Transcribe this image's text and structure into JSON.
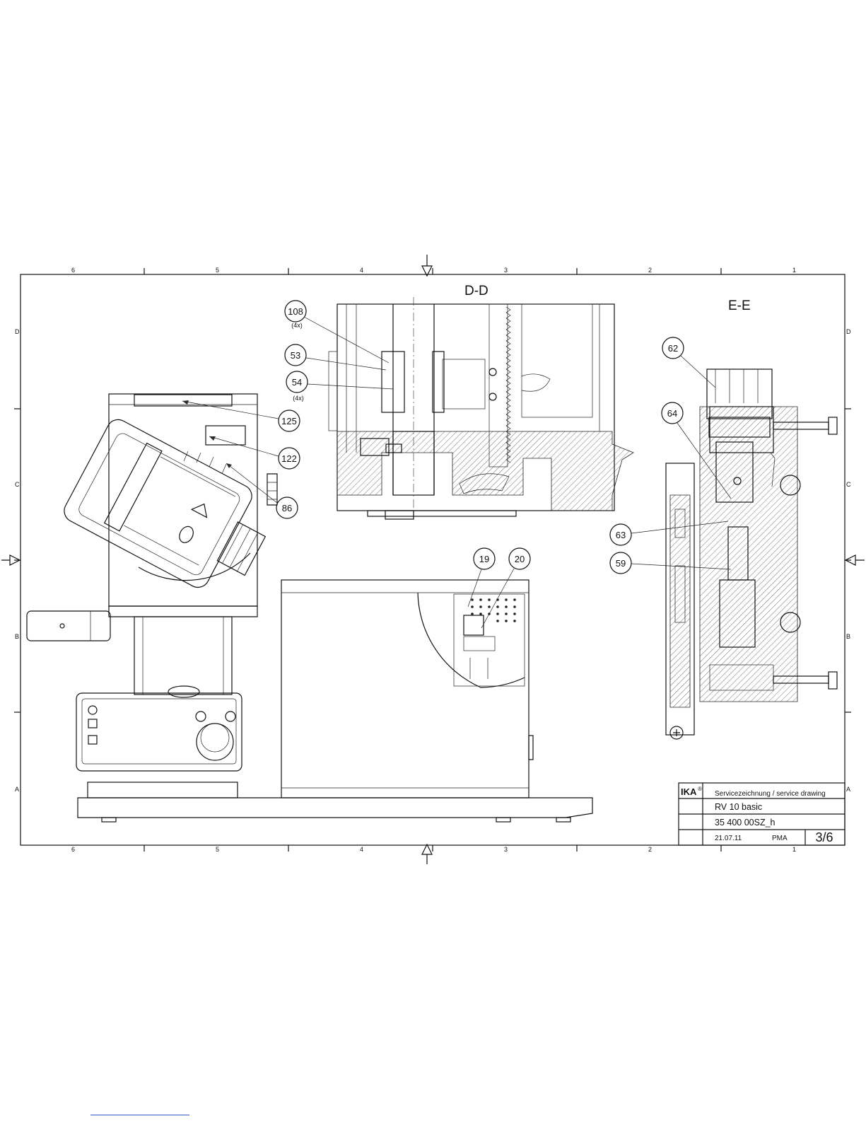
{
  "sheet": {
    "zone_columns": [
      "6",
      "5",
      "4",
      "3",
      "2",
      "1"
    ],
    "zone_rows": [
      "D",
      "C",
      "B",
      "A"
    ]
  },
  "views": {
    "section_dd": "D-D",
    "section_ee": "E-E"
  },
  "callouts": [
    {
      "id": "108",
      "note": "(4x)"
    },
    {
      "id": "53",
      "note": ""
    },
    {
      "id": "54",
      "note": "(4x)"
    },
    {
      "id": "125",
      "note": ""
    },
    {
      "id": "122",
      "note": ""
    },
    {
      "id": "86",
      "note": ""
    },
    {
      "id": "62",
      "note": ""
    },
    {
      "id": "64",
      "note": ""
    },
    {
      "id": "63",
      "note": ""
    },
    {
      "id": "59",
      "note": ""
    },
    {
      "id": "19",
      "note": ""
    },
    {
      "id": "20",
      "note": ""
    }
  ],
  "title_block": {
    "logo": "IKA",
    "logo_mark": "®",
    "drawing_type": "Servicezeichnung / service drawing",
    "product": "RV 10 basic",
    "drawing_number": "35 400 00SZ_h",
    "date": "21.07.11",
    "author": "PMA",
    "sheet": "3/6"
  }
}
